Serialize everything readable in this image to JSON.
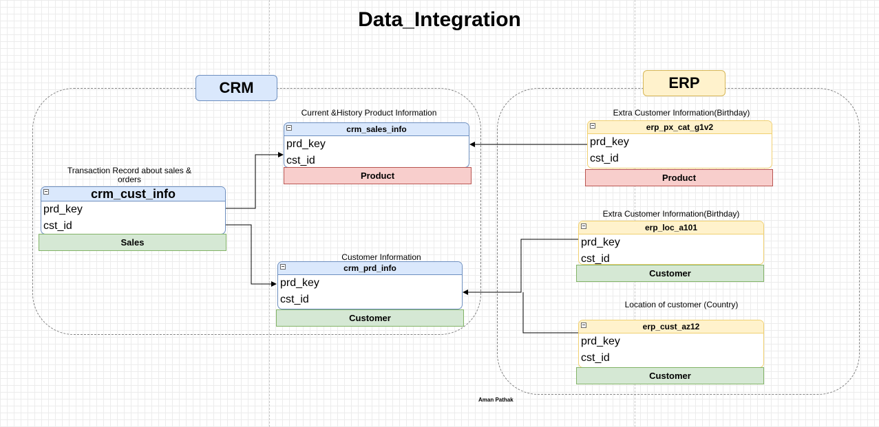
{
  "title": "Data_Integration",
  "author": "Aman Pathak",
  "groups": {
    "crm": {
      "label": "CRM",
      "fill": "#dae8fc",
      "border": "#6c8ebf"
    },
    "erp": {
      "label": "ERP",
      "fill": "#fff2cc",
      "border": "#d6b656"
    }
  },
  "captions": {
    "sales_info": "Current &History Product Information",
    "cust_info": "Transaction Record about sales & orders",
    "prd_info": "Customer Information",
    "px_cat": "Extra Customer Information(Birthday)",
    "loc": "Extra Customer Information(Birthday)",
    "cust_az": "Location of customer (Country)"
  },
  "tables": {
    "crm_sales_info": {
      "name": "crm_sales_info",
      "fields": [
        "prd_key",
        "cst_id"
      ],
      "tag": "Product"
    },
    "crm_cust_info": {
      "name": "crm_cust_info",
      "fields": [
        "prd_key",
        "cst_id"
      ],
      "tag": "Sales"
    },
    "crm_prd_info": {
      "name": "crm_prd_info",
      "fields": [
        "prd_key",
        "cst_id"
      ],
      "tag": "Customer"
    },
    "erp_px_cat_g1v2": {
      "name": "erp_px_cat_g1v2",
      "fields": [
        "prd_key",
        "cst_id"
      ],
      "tag": "Product"
    },
    "erp_loc_a101": {
      "name": "erp_loc_a101",
      "fields": [
        "prd_key",
        "cst_id"
      ],
      "tag": "Customer"
    },
    "erp_cust_az12": {
      "name": "erp_cust_az12",
      "fields": [
        "prd_key",
        "cst_id"
      ],
      "tag": "Customer"
    }
  }
}
